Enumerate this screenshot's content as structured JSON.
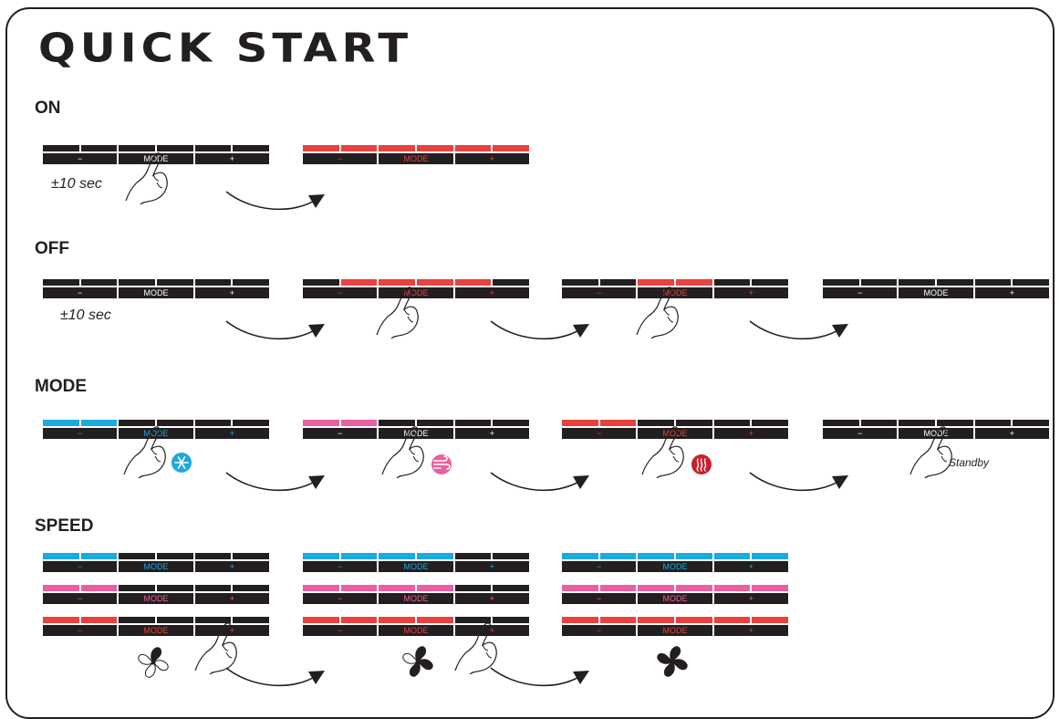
{
  "title": "QUICK START",
  "sections": {
    "on": "ON",
    "off": "OFF",
    "mode": "MODE",
    "speed": "SPEED"
  },
  "panel_labels": {
    "minus": "−",
    "mode": "MODE",
    "plus": "+"
  },
  "notes": {
    "on_hold": "±10 sec",
    "off_hold": "±10 sec",
    "standby": "Standby"
  },
  "colors": {
    "black": "#231f20",
    "red": "#e8423f",
    "blue": "#1ba9e1",
    "pink": "#e8609f",
    "heat_icon": "#c8202a",
    "white_label": "#ffffff"
  },
  "icons": [
    "hand-press-icon",
    "snowflake-icon",
    "wind-icon",
    "heat-waves-icon",
    "fan-speed-1-icon",
    "fan-speed-2-icon",
    "fan-speed-3-icon",
    "arrow-right-icon"
  ],
  "panels": [
    {
      "name": "on-panel-off",
      "lit": [],
      "color": "black",
      "text": "white_label"
    },
    {
      "name": "on-panel-on",
      "lit": [
        0,
        1,
        2,
        3,
        4,
        5
      ],
      "color": "red",
      "text": "red"
    },
    {
      "name": "off-panel-1",
      "lit": [],
      "color": "black",
      "text": "white_label"
    },
    {
      "name": "off-panel-2",
      "lit": [
        1,
        2,
        3,
        4
      ],
      "color": "red",
      "text": "red"
    },
    {
      "name": "off-panel-3",
      "lit": [
        2,
        3
      ],
      "color": "red",
      "text": "red"
    },
    {
      "name": "off-panel-4",
      "lit": [],
      "color": "black",
      "text": "white_label"
    },
    {
      "name": "mode-panel-cool",
      "lit": [
        0,
        1
      ],
      "color": "blue",
      "text": "blue"
    },
    {
      "name": "mode-panel-fan",
      "lit": [
        0,
        1
      ],
      "color": "pink",
      "text": "white_label"
    },
    {
      "name": "mode-panel-heat",
      "lit": [
        0,
        1
      ],
      "color": "red",
      "text": "red"
    },
    {
      "name": "mode-panel-standby",
      "lit": [],
      "color": "black",
      "text": "white_label"
    },
    {
      "name": "speed-1-blue",
      "lit": [
        0,
        1
      ],
      "color": "blue",
      "text": "blue"
    },
    {
      "name": "speed-1-pink",
      "lit": [
        0,
        1
      ],
      "color": "pink",
      "text": "pink"
    },
    {
      "name": "speed-1-red",
      "lit": [
        0,
        1
      ],
      "color": "red",
      "text": "red"
    },
    {
      "name": "speed-2-blue",
      "lit": [
        0,
        1,
        2,
        3
      ],
      "color": "blue",
      "text": "blue"
    },
    {
      "name": "speed-2-pink",
      "lit": [
        0,
        1,
        2,
        3
      ],
      "color": "pink",
      "text": "pink"
    },
    {
      "name": "speed-2-red",
      "lit": [
        0,
        1,
        2,
        3
      ],
      "color": "red",
      "text": "red"
    },
    {
      "name": "speed-3-blue",
      "lit": [
        0,
        1,
        2,
        3,
        4,
        5
      ],
      "color": "blue",
      "text": "blue"
    },
    {
      "name": "speed-3-pink",
      "lit": [
        0,
        1,
        2,
        3,
        4,
        5
      ],
      "color": "pink",
      "text": "pink"
    },
    {
      "name": "speed-3-red",
      "lit": [
        0,
        1,
        2,
        3,
        4,
        5
      ],
      "color": "red",
      "text": "red"
    }
  ]
}
